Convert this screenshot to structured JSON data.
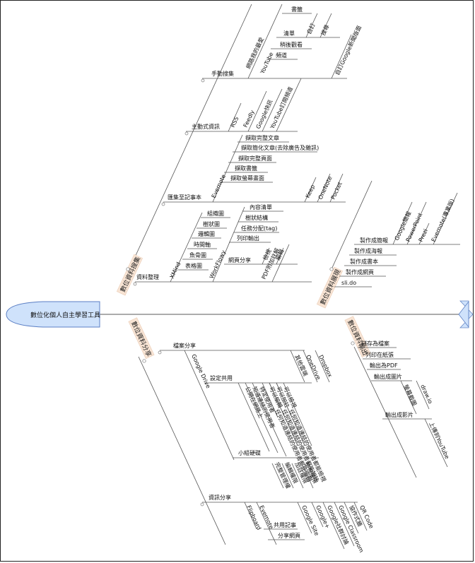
{
  "title": "數位化個人自主學習工具",
  "colors": {
    "head_fill": "#cfe2fb",
    "head_stroke": "#5b7fc4",
    "tag_fill": "#f8e4d4",
    "spine": "#7a7a7a",
    "arrow": "#cfe2fb"
  },
  "categories": {
    "collect": "數位資料搜集",
    "present": "數位資料展現",
    "share": "數位資料分享",
    "output": "數位資料輸出"
  },
  "collect": {
    "manual": "手動搜集",
    "web_favorites": "網路我的最愛",
    "youtube": "YouTube",
    "playlist": "清單",
    "bookmark": "書籤",
    "custom": "自訂",
    "search": "搜尋",
    "watch_later": "稍後觀看",
    "channel": "頻道",
    "custom_google_news": "自訂Google新聞版面",
    "active": "主動式資訊",
    "rss": "RSS",
    "feedly": "Feedly",
    "google_alerts": "Google快訊",
    "youtube_subscribe": "YouTube訂閱頻道",
    "notes": "匯集至記事本",
    "evernote": "Evernote",
    "en_full": "擷取完整文章",
    "en_simplified": "擷取簡化文章(去除廣告及雜訊)",
    "en_page": "擷取完整頁面",
    "en_bookmark": "擷取書籤",
    "en_screen": "擷取螢幕畫面",
    "keep": "Keep",
    "onenote": "OneNote",
    "pocket": "Pocket",
    "organize": "資料整理",
    "xmind": "XMind",
    "org_chart": "組織圖",
    "tree_chart": "樹狀圖",
    "logic_chart": "邏輯圖",
    "timeline": "時間軸",
    "fishbone": "魚骨圖",
    "table_chart": "表格圖",
    "workflowy": "WorkFlowy",
    "wf_list": "內容清單",
    "wf_tree": "樹狀結構",
    "wf_tag": "任務分配(tag)",
    "wf_print": "列印輸出",
    "wf_share": "網頁分享",
    "wf_view": "檢視",
    "wf_edit": "編輯",
    "wf_pdf": "PDF附加註解"
  },
  "present": {
    "slides": "製作成簡報",
    "google_slides": "Google簡報",
    "powerpoint": "PowerPoint",
    "prezi": "Prezi",
    "evernote_present": "Evernote(專業版)",
    "poster": "製作成海報",
    "book": "製作成書本",
    "webpage": "製作成網頁",
    "slido": "sli.do"
  },
  "share": {
    "file_share": "檔案分享",
    "google_drive": "Google Drive",
    "set_share": "設定共用",
    "s_public": "公開在網路上",
    "s_link": "知道連結的使用者",
    "s_specific": "特定使用者",
    "s_edit": "可以編輯",
    "s_comment": "可以加註",
    "s_view": "可以檢視",
    "s_any_edit": "任何知道連結的使用者都能編輯",
    "s_any_comment": "任何知道連結的使用者都能加註",
    "s_any_view": "任何知道連結的使用者都能檢視",
    "other_drive": "其他雲端",
    "onedrive": "OneDrive",
    "dropbox": "Dropbox",
    "group_drive": "小組硬碟",
    "g_manage": "完整管理權",
    "g_edit": "編輯權限",
    "g_comment": "加註權限",
    "g_view": "檢視權限",
    "info_share": "資訊分享",
    "flipboard": "Flipboard",
    "evernote": "Evernote",
    "shared_notes": "共用記事",
    "share_webpage": "分享網頁",
    "google_site": "Google Site",
    "google_plus": "Google+",
    "google_community": "Google社群討論",
    "google_classroom": "Google Classroom",
    "padlet": "協作式牆",
    "qr": "QR Code"
  },
  "output": {
    "save_file": "儲存為檔案",
    "print_paper": "列印在紙張",
    "export_pdf": "輸出為PDF",
    "export_image": "輸出成圖片",
    "screenshot": "螢幕截圖",
    "drawio": "draw.io",
    "export_video": "輸出成影片",
    "upload_youtube": "上傳到YouTube"
  }
}
